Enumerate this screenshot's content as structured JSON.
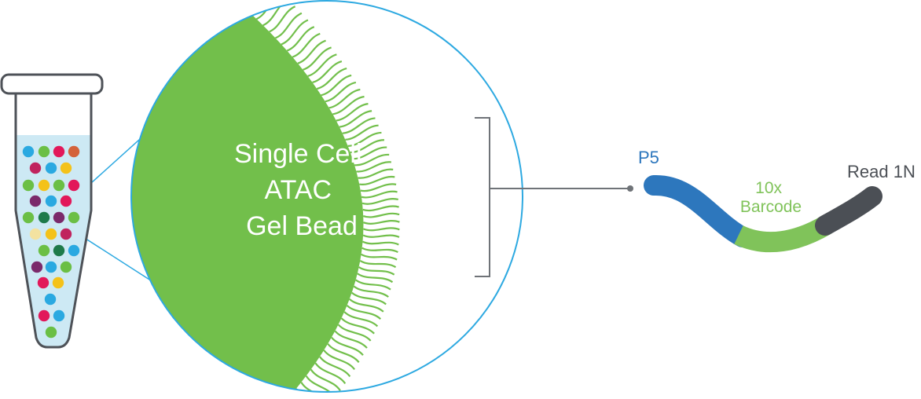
{
  "bead": {
    "label_lines": [
      "Single Cell",
      "ATAC",
      "Gel Bead"
    ]
  },
  "oligo": {
    "p5_label": "P5",
    "barcode_label_lines": [
      "10x",
      "Barcode"
    ],
    "read_label": "Read 1N"
  },
  "colors": {
    "blue_outline": "#2da9e1",
    "bead_green": "#72bf4b",
    "p5_blue": "#2d77bd",
    "barcode_green": "#80c35a",
    "read_gray": "#4b4f55",
    "tube_outline": "#4e5258",
    "tube_fill": "#cde9f4",
    "bracket_gray": "#6f7378",
    "bead_text": "#ffffff"
  },
  "tube_beads": [
    "#2aa9e1",
    "#6bbf45",
    "#e2185a",
    "#d4623a",
    "#c0235e",
    "#2aa9e1",
    "#f4c21a",
    "#6bbf45",
    "#f4c21a",
    "#6bbf45",
    "#e2185a",
    "#7b2a6b",
    "#2aa9e1",
    "#e2185a",
    "#6bbf45",
    "#1e7a4a",
    "#7b2a6b",
    "#6bbf45",
    "#f3e2a0",
    "#f4c21a",
    "#c0235e",
    "#6bbf45",
    "#1e7a4a",
    "#2aa9e1",
    "#7b2a6b",
    "#2aa9e1",
    "#6bbf45",
    "#e2185a",
    "#f4c21a",
    "#2aa9e1",
    "#e2185a",
    "#2aa9e1",
    "#6bbf45",
    "#7b2a6b"
  ]
}
